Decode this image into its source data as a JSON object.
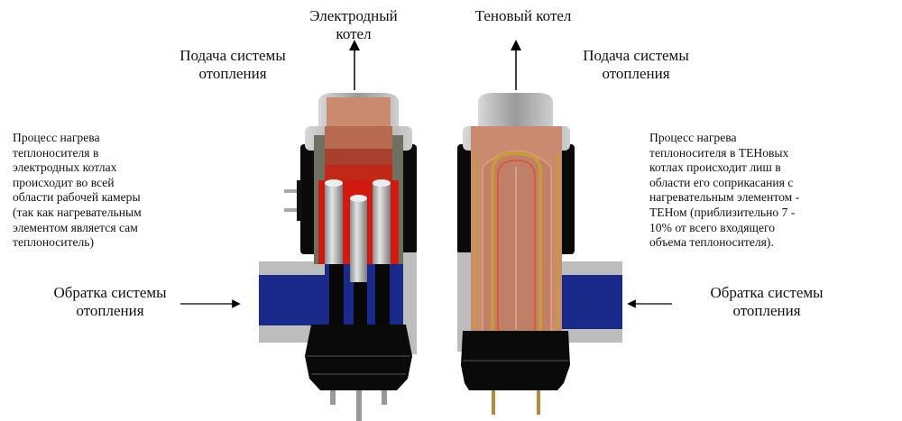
{
  "titles": {
    "electrode_line1": "Электродный",
    "electrode_line2": "котел",
    "ten": "Теновый котел"
  },
  "supply_left": {
    "line1": "Подача системы",
    "line2": "отопления"
  },
  "supply_right": {
    "line1": "Подача системы",
    "line2": "отопления"
  },
  "return_left": {
    "line1": "Обратка системы",
    "line2": "отопления"
  },
  "return_right": {
    "line1": "Обратка системы",
    "line2": "отопления"
  },
  "desc_left": [
    "Процесс нагрева",
    "теплоносителя в",
    "электродных котлах",
    "происходит во всей",
    "области рабочей камеры",
    "(так как нагревательным",
    "элементом является сам",
    "теплоноситель)"
  ],
  "desc_right": [
    "Процесс нагрева",
    "теплоносителя в ТЕНовых",
    "котлах происходит лиш в",
    "области его соприкасания с",
    "нагревательным элементом -",
    "ТЕНом  (приблизительно 7 -",
    "10% от всего входящего",
    "объема теплоносителя)."
  ],
  "colors": {
    "water_hot": "#c98a6f",
    "water_heated": "#d01a10",
    "water_cold": "#1a2a8a",
    "housing": "#b8b8b8",
    "body": "#0a0a0a",
    "ten_element": "#c89a40"
  }
}
